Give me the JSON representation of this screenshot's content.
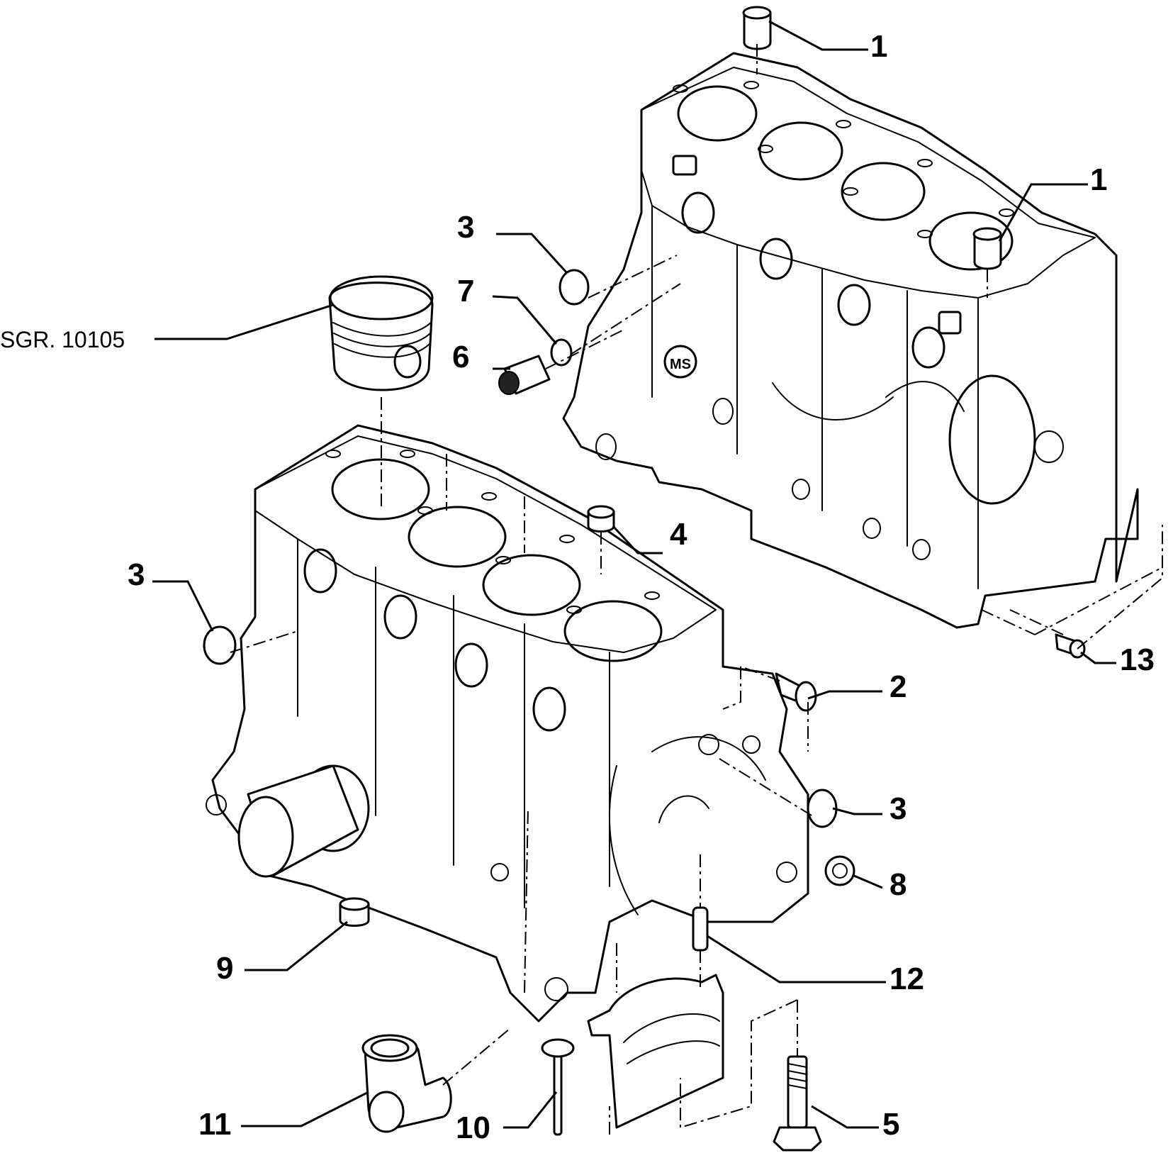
{
  "labels": {
    "ref_sgr": "SGR. 10105",
    "c1a": "1",
    "c1b": "1",
    "c2": "2",
    "c3a": "3",
    "c3b": "3",
    "c3c": "3",
    "c4": "4",
    "c5": "5",
    "c6": "6",
    "c7": "7",
    "c8": "8",
    "c9": "9",
    "c10": "10",
    "c11": "11",
    "c12": "12",
    "c13": "13"
  }
}
